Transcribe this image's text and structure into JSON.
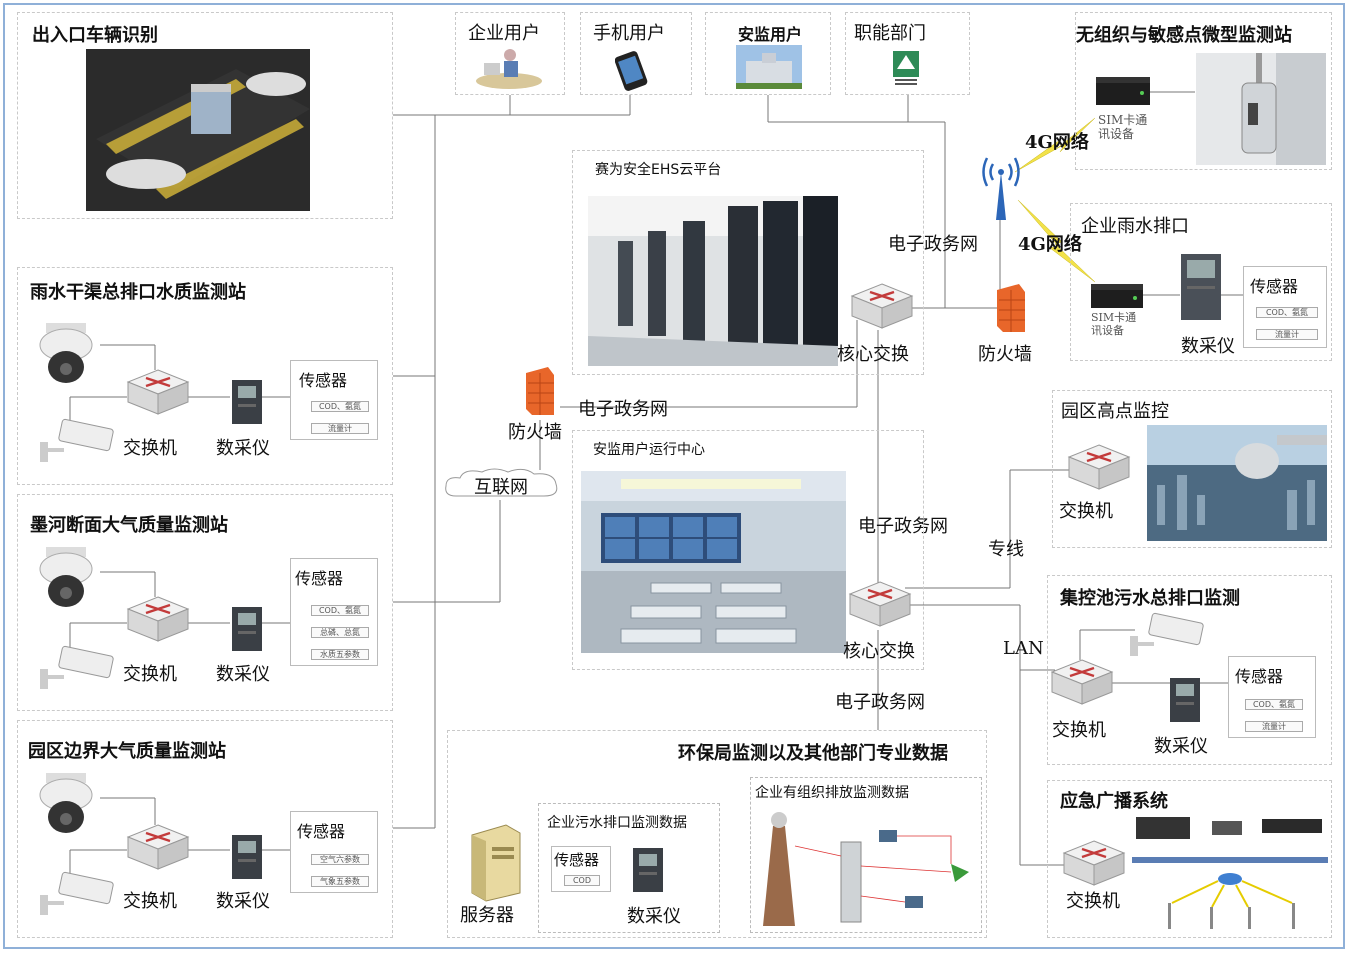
{
  "colors": {
    "frame": "#8fb0d8",
    "line": "#777777",
    "lightning": "#f2e24a",
    "firewall": "#e8662a",
    "switch": "#c33b3b"
  },
  "icons": [
    "switch-icon",
    "dome-camera-icon",
    "bullet-camera-icon",
    "data-collector-icon",
    "firewall-icon",
    "antenna-icon",
    "cloud-icon",
    "server-icon",
    "sim-device-icon"
  ],
  "entrance": {
    "title": "出入口车辆识别"
  },
  "users": {
    "enterprise": "企业用户",
    "mobile": "手机用户",
    "safety": "安监用户",
    "dept": "职能部门"
  },
  "stations": [
    {
      "title": "雨水干渠总排口水质监测站",
      "switch_label": "交换机",
      "collector_label": "数采仪",
      "sensor_title": "传感器",
      "chips": [
        "COD、氨氮",
        "流量计"
      ]
    },
    {
      "title": "墨河断面大气质量监测站",
      "switch_label": "交换机",
      "collector_label": "数采仪",
      "sensor_title": "传感器",
      "chips": [
        "COD、氨氮",
        "总磷、总氮",
        "水质五参数"
      ]
    },
    {
      "title": "园区边界大气质量监测站",
      "switch_label": "交换机",
      "collector_label": "数采仪",
      "sensor_title": "传感器",
      "chips": [
        "空气六参数",
        "气象五参数"
      ]
    }
  ],
  "cloud_platform": {
    "title": "赛为安全EHS云平台",
    "core_switch": "核心交换"
  },
  "center": {
    "title": "安监用户运行中心",
    "core_switch": "核心交换"
  },
  "network": {
    "firewall_left": "防火墙",
    "firewall_right": "防火墙",
    "internet": "互联网",
    "egov1": "电子政务网",
    "egov2": "电子政务网",
    "egov3": "电子政务网",
    "egov4": "电子政务网",
    "net4g_1": "4G网络",
    "net4g_2": "4G网络",
    "dedicated": "专线",
    "lan": "LAN"
  },
  "micro_station": {
    "title": "无组织与敏感点微型监测站",
    "sim_label": "SIM卡通\n讯设备"
  },
  "rain_outlet": {
    "title": "企业雨水排口",
    "sim_label": "SIM卡通\n讯设备",
    "collector_label": "数采仪",
    "sensor_title": "传感器",
    "chips": [
      "COD、氨氮",
      "流量计"
    ]
  },
  "highpoint": {
    "title": "园区高点监控",
    "switch_label": "交换机"
  },
  "sewage": {
    "title": "集控池污水总排口监测",
    "switch_label": "交换机",
    "collector_label": "数采仪",
    "sensor_title": "传感器",
    "chips": [
      "COD、氨氮",
      "流量计"
    ]
  },
  "broadcast": {
    "title": "应急广播系统",
    "switch_label": "交换机"
  },
  "epb": {
    "title": "环保局监测以及其他部门专业数据",
    "server_label": "服务器",
    "sewage_title": "企业污水排口监测数据",
    "sensor_title": "传感器",
    "chip": "COD",
    "collector_label": "数采仪",
    "org_title": "企业有组织排放监测数据"
  }
}
